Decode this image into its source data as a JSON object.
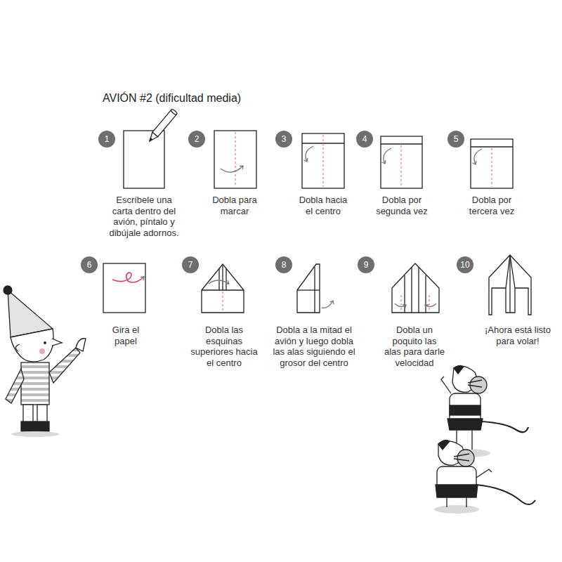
{
  "diagram": {
    "title": "AVIÓN #2 (dificultad media)",
    "nodes": [
      {
        "text": [
          "1"
        ]
      },
      {
        "text": [
          "2"
        ]
      },
      {
        "text": [
          "3"
        ]
      },
      {
        "text": [
          "4"
        ]
      },
      {
        "text": [
          "5"
        ]
      },
      {
        "text": [
          "6"
        ]
      },
      {
        "text": [
          "7"
        ]
      },
      {
        "text": [
          "8"
        ]
      },
      {
        "text": [
          "9"
        ]
      },
      {
        "text": [
          "10"
        ]
      }
    ],
    "labels": [
      "Escríbele una carta dentro del avión, píntalo y dibújale adornos.",
      "Dobla para marcar",
      "Dobla hacia el centro",
      "Dobla por segunda vez",
      "Dobla por tercera vez",
      "Gira el papel",
      "Dobla las esquinas superiores hacia el centro",
      "Dobla a la mitad el avión y luego dobla las alas siguiendo el grosor del centro",
      "Dobla un poquito las alas para darle velocidad",
      "¡Ahora está listo para volar!"
    ]
  }
}
